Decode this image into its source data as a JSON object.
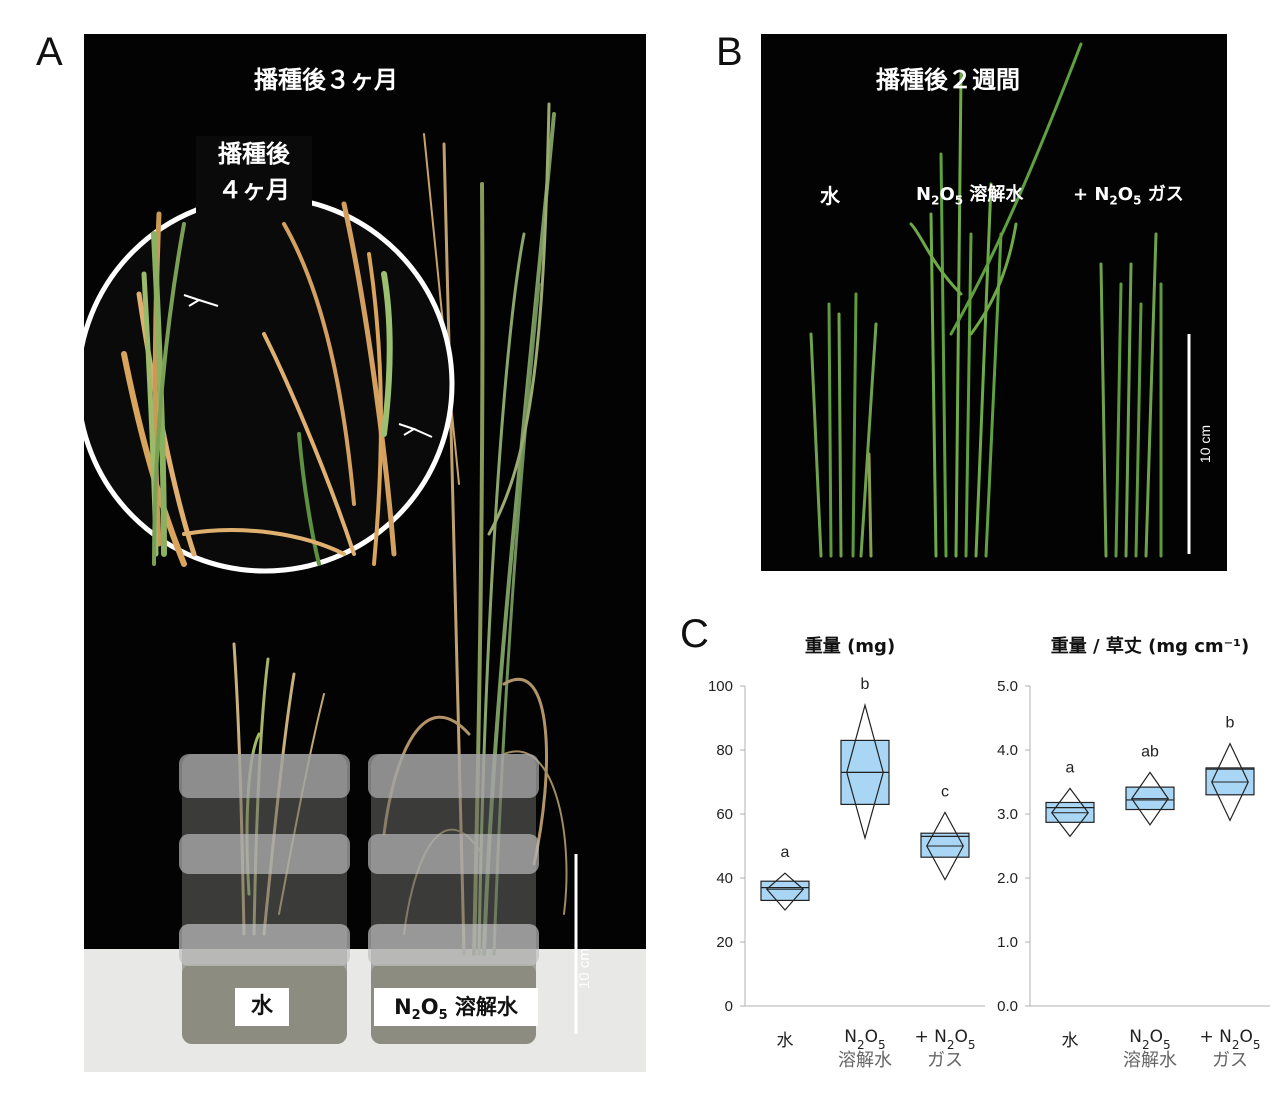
{
  "panel_a": {
    "letter": "A",
    "title": "播種後３ヶ月",
    "inset_line1": "播種後",
    "inset_line2": "４ヶ月",
    "label_water": "水",
    "label_n2o5": "N",
    "label_n2o5_2": "2",
    "label_n2o5_o": "O",
    "label_n2o5_5": "5",
    "label_n2o5_suffix": " 溶解水",
    "scale_label": "10 cm"
  },
  "panel_b": {
    "letter": "B",
    "title": "播種後２週間",
    "label_water": "水",
    "label_n2o5_n": "N",
    "label_n2o5_2": "2",
    "label_n2o5_o": "O",
    "label_n2o5_5": "5",
    "label_n2o5_suffix": " 溶解水",
    "label_gas_prefix": "+ N",
    "label_gas_2": "2",
    "label_gas_o": "O",
    "label_gas_5": "5",
    "label_gas_suffix": " ガス",
    "scale_label": "10 cm"
  },
  "panel_c": {
    "letter": "C",
    "categories": [
      {
        "line1": "水",
        "line2": ""
      },
      {
        "line1": "N2O5",
        "line2": "溶解水"
      },
      {
        "line1": "+ N2O5",
        "line2": "ガス"
      }
    ]
  },
  "chart_data": [
    {
      "type": "box",
      "title": "重量 (mg)",
      "ylim": [
        0,
        100
      ],
      "yticks": [
        "0",
        "20",
        "40",
        "60",
        "80",
        "100"
      ],
      "categories": [
        "水",
        "N2O5 溶解水",
        "+ N2O5 ガス"
      ],
      "boxes": [
        {
          "q1": 33,
          "median": 37,
          "q3": 39,
          "lower": 30,
          "upper": 41.5,
          "mean": 36.5,
          "letter": "a"
        },
        {
          "q1": 63,
          "median": 73,
          "q3": 83,
          "lower": 52.5,
          "upper": 94,
          "mean": 73,
          "letter": "b"
        },
        {
          "q1": 46.5,
          "median": 53,
          "q3": 54,
          "lower": 39.5,
          "upper": 60.5,
          "mean": 50,
          "letter": "c"
        }
      ],
      "box_color": "#a9d6f5"
    },
    {
      "type": "box",
      "title": "重量 / 草丈 (mg cm⁻¹)",
      "ylim": [
        0,
        5
      ],
      "yticks": [
        "0.0",
        "1.0",
        "2.0",
        "3.0",
        "4.0",
        "5.0"
      ],
      "categories": [
        "水",
        "N2O5 溶解水",
        "+ N2O5 ガス"
      ],
      "boxes": [
        {
          "q1": 2.87,
          "median": 3.1,
          "q3": 3.18,
          "lower": 2.65,
          "upper": 3.4,
          "mean": 3.02,
          "letter": "a"
        },
        {
          "q1": 3.07,
          "median": 3.22,
          "q3": 3.42,
          "lower": 2.83,
          "upper": 3.65,
          "mean": 3.24,
          "letter": "ab"
        },
        {
          "q1": 3.3,
          "median": 3.7,
          "q3": 3.72,
          "lower": 2.9,
          "upper": 4.1,
          "mean": 3.5,
          "letter": "b"
        }
      ],
      "box_color": "#a9d6f5"
    }
  ]
}
